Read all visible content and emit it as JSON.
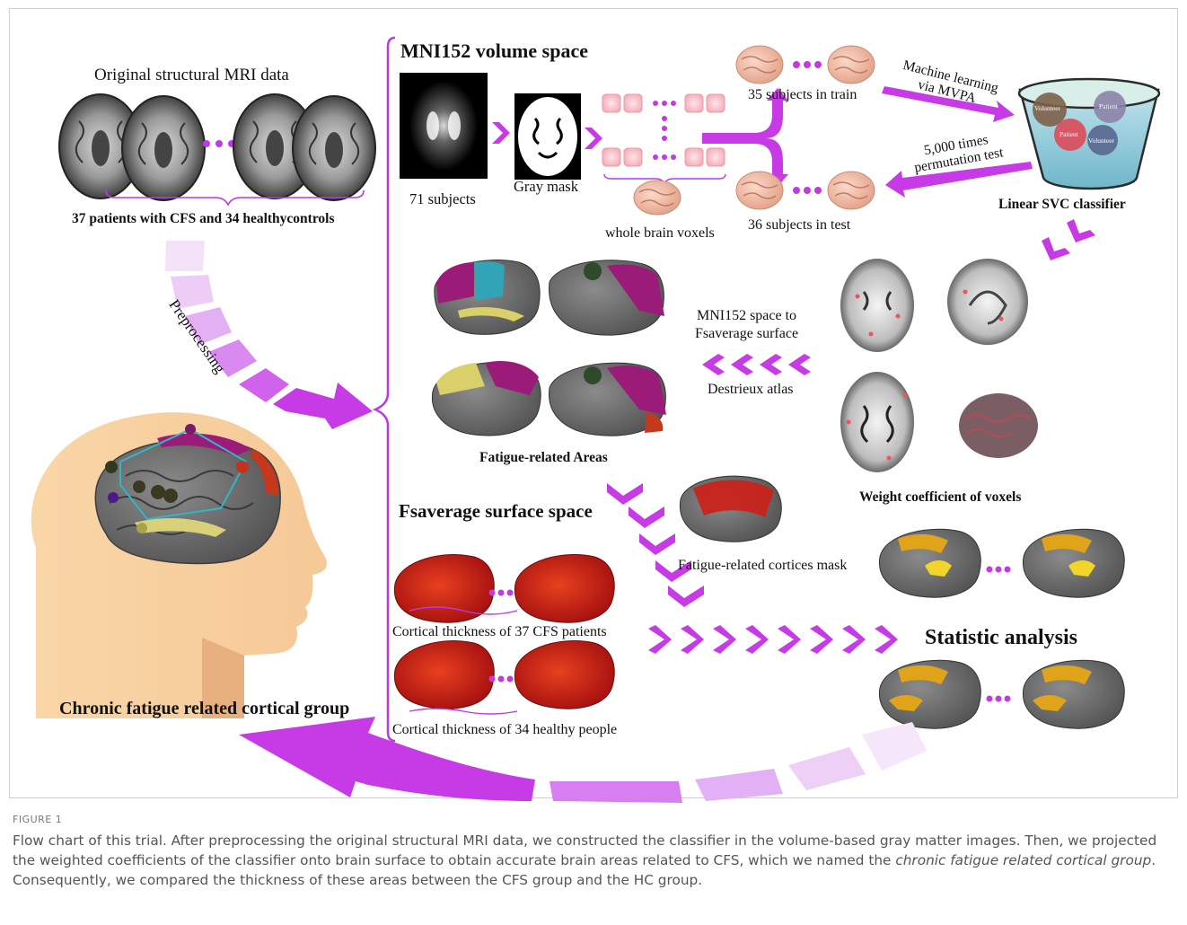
{
  "colors": {
    "arrow": "#cc44ee",
    "arrow_light": "#eedcf6",
    "brain_gray": "#6f6f6f",
    "activation_red": "#d8261a",
    "magenta_region": "#9a1c7a",
    "skin": "#f8d2a0",
    "svc_bowl": "#8ec9d8"
  },
  "left": {
    "title": "Original structural MRI data",
    "subjects": "37 patients with CFS and 34 healthycontrols",
    "preprocessing": "Preprocessing",
    "group_label": "Chronic fatigue related cortical group"
  },
  "volume": {
    "title": "MNI152 volume space",
    "subjects71": "71 subjects",
    "gray_mask": "Gray mask",
    "whole_brain": "whole brain voxels",
    "train": "35 subjects in train",
    "test": "36 subjects in test",
    "ml_line1": "Machine learning",
    "ml_line2": "via MVPA",
    "perm_line1": "5,000 times",
    "perm_line2": "permutation test",
    "classifier": "Linear SVC classifier",
    "volunteer": "Volunteer",
    "patient": "Patient"
  },
  "middle": {
    "fatigue_areas": "Fatigue-related Areas",
    "proj_line1": "MNI152 space to",
    "proj_line2": "Fsaverage surface",
    "atlas": "Destrieux atlas",
    "weights": "Weight coefficient of voxels"
  },
  "surface": {
    "title": "Fsaverage surface space",
    "mask": "Fatigue-related cortices mask",
    "cfs_thickness": "Cortical thickness of 37 CFS patients",
    "hc_thickness": "Cortical thickness of 34 healthy people",
    "stat": "Statistic analysis"
  },
  "caption": {
    "label": "FIGURE 1",
    "text_before": "Flow chart of this trial. After preprocessing the original structural MRI data, we constructed the classifier in the volume-based gray matter images. Then, we projected the weighted coefficients of the classifier onto brain surface to obtain accurate brain areas related to CFS, which we named the ",
    "text_em": "chronic fatigue related cortical group",
    "text_after": ". Consequently, we compared the thickness of these areas between the CFS group and the HC group."
  }
}
